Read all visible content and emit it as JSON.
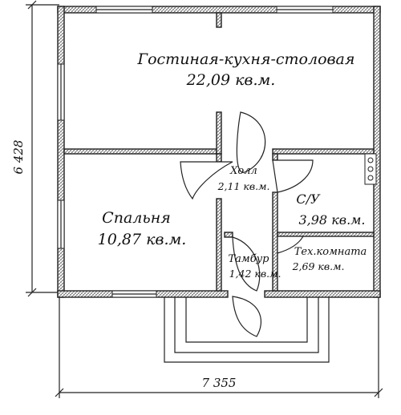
{
  "plan": {
    "dimensions": {
      "height": "6 428",
      "width": "7 355"
    },
    "rooms": [
      {
        "id": "living",
        "name": "Гостиная-кухня-столовая",
        "area": "22,09 кв.м."
      },
      {
        "id": "hall",
        "name": "Холл",
        "area": "2,11 кв.м."
      },
      {
        "id": "bath",
        "name": "С/У",
        "area": "3,98 кв.м."
      },
      {
        "id": "bedroom",
        "name": "Спальня",
        "area": "10,87 кв.м."
      },
      {
        "id": "vestibule",
        "name": "Тамбур",
        "area": "1,42 кв.м."
      },
      {
        "id": "tech",
        "name": "Тех.комната",
        "area": "2,69 кв.м."
      }
    ]
  }
}
